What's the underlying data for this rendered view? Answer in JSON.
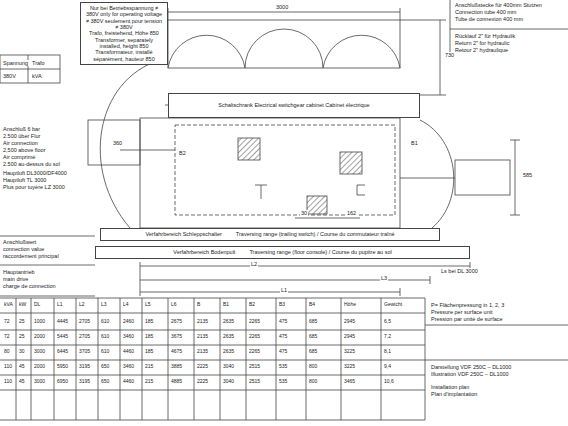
{
  "diagram": {
    "nodes": [
      {
        "text": [
          "Nur bei Betriebsspannung ≠ 380V only for operating voltage ≠ 380V seulement pour tension ≠ 380V",
          "Trafo, freistehend, Höhe 850 Transformer, separately installed, height 850 Transformateur, installé séparément, hauteur 850"
        ]
      },
      {
        "text": [
          "Schaltschrank Electrical switchgear cabinet Cabinet électrique"
        ]
      },
      {
        "text": [
          "Verfahrbereich Schleppschalter",
          "Traversing range (trailing switch) / Course du commutateur traîné"
        ]
      },
      {
        "text": [
          "Verfahrbereich Bodenpult",
          "Traversing range (floor console) / Course du pupitre au sol"
        ]
      }
    ],
    "labels": [
      "3000",
      "730",
      "360",
      "B2",
      "B1",
      "585",
      "30",
      "162",
      "L2",
      "L3",
      "Ls bei DL 3000",
      "L1",
      "Spannung",
      "380V",
      "Trafo",
      "kVA",
      "Anschluß 6 bar",
      "2.500 über Flur",
      "Air connection",
      "2,500 above floor",
      "Air comprimé",
      "2.500 au-dessus du sol",
      "Hauptluft DL3000/DF4000",
      "Hauptluft TL 3000",
      "Plus pour tuyère LZ 3000",
      "Anschlußwert",
      "connection value",
      "raccordement principal",
      "Hauptantrieb",
      "main drive",
      "charge de connection",
      "Anschlußstecke für 400mm Stutzen",
      "Connection tube 400 mm",
      "Tube de connexion 400 mm",
      "Rücklauf 2\" für Hydraulik",
      "Return 2\" for hydraulic",
      "Retour 2\" hydraulique",
      "P= Flächenpressung in 1, 2, 3",
      "Pressure per surface unit",
      "Pression par unité de surface",
      "Darstellung VDF 250C – DL1000",
      "Illustration VDF 250C – DL1000",
      "Installation plan",
      "Plan d'implantation",
      "kVA",
      "kW",
      "DL",
      "L1",
      "L2",
      "L3",
      "L4",
      "L5",
      "L6",
      "B",
      "B1",
      "B2",
      "B3",
      "B4",
      "Höhe",
      "Gewicht",
      "72",
      "25",
      "1000",
      "4445",
      "2705",
      "610",
      "2460",
      "185",
      "2675",
      "2135",
      "2635",
      "2265",
      "475",
      "685",
      "2945",
      "6,5",
      "72",
      "25",
      "2000",
      "5445",
      "2705",
      "610",
      "3460",
      "185",
      "3675",
      "2135",
      "2635",
      "2265",
      "475",
      "685",
      "2945",
      "7,2",
      "80",
      "30",
      "3000",
      "6445",
      "3705",
      "610",
      "4460",
      "185",
      "4675",
      "2135",
      "2635",
      "2265",
      "475",
      "685",
      "3225",
      "8,1",
      "110",
      "45",
      "2000",
      "5950",
      "3195",
      "650",
      "3460",
      "215",
      "3885",
      "2225",
      "3040",
      "2515",
      "535",
      "800",
      "3225",
      "9,4",
      "110",
      "45",
      "3000",
      "6950",
      "3195",
      "650",
      "4460",
      "215",
      "4885",
      "2225",
      "3040",
      "2515",
      "535",
      "800",
      "3465",
      "10,6"
    ]
  }
}
